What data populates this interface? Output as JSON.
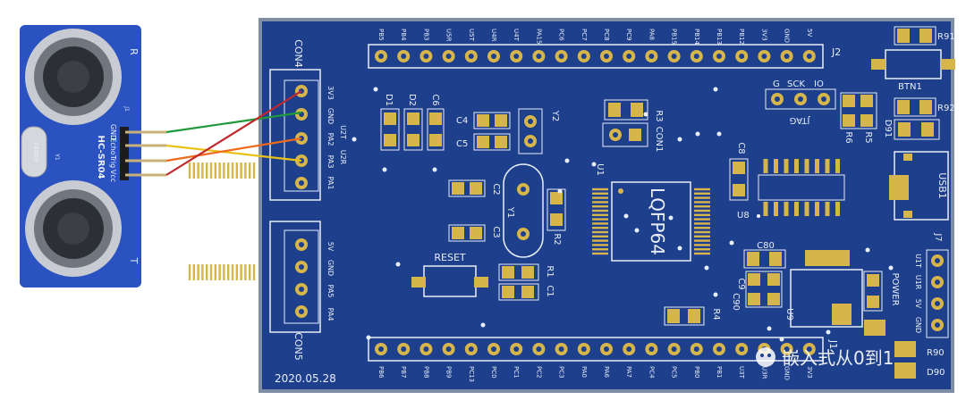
{
  "colors": {
    "board": "#1e3f8c",
    "board_edge": "#7f8ea5",
    "pad": "#d6b64a",
    "silk": "#e8eef8",
    "sensor_board": "#2a52c0",
    "wire_red": "#c0282c",
    "wire_green": "#1e9a3a",
    "wire_orange": "#f06a1c",
    "wire_yellow": "#e8c21a"
  },
  "sensor": {
    "model": "HC-SR04",
    "label_r": "R",
    "label_t": "T",
    "pins": [
      "GND",
      "Echo",
      "Trig",
      "Vcc"
    ],
    "crystal": "T4000",
    "ref_j1": "J1",
    "ref_y1": "Y1"
  },
  "board": {
    "date": "2020.05.28",
    "watermark": "嵌入式从0到1",
    "con4": {
      "name": "CON4",
      "signals": [
        "U2T",
        "U2R"
      ],
      "pins": [
        "3V3",
        "GND",
        "PA2",
        "PA3",
        "PA1"
      ]
    },
    "con5": {
      "name": "CON5",
      "pins": [
        "5V",
        "GND",
        "PA5",
        "PA4"
      ]
    },
    "j2": {
      "name": "J2",
      "pins": [
        "PB5",
        "PB4",
        "PB3",
        "U5R",
        "U5T",
        "U4R",
        "U4T",
        "PA15",
        "PC6",
        "PC7",
        "PC8",
        "PC9",
        "PA8",
        "PB15",
        "PB14",
        "PB13",
        "PB12",
        "3V3",
        "GND",
        "5V"
      ]
    },
    "j1": {
      "name": "J1",
      "pins": [
        "PB6",
        "PB7",
        "PB8",
        "PB9",
        "PC13",
        "PC0",
        "PC1",
        "PC2",
        "PC3",
        "PA0",
        "PA6",
        "PA7",
        "PC4",
        "PC5",
        "PB0",
        "PB1",
        "U3T",
        "U3R",
        "GND",
        "3V3"
      ]
    },
    "jtag": {
      "name": "JTAG",
      "pins": [
        "G",
        "SCK",
        "IO"
      ]
    },
    "j7": {
      "name": "J7",
      "pins": [
        "U1T",
        "U1R",
        "5V",
        "GND"
      ]
    },
    "components": {
      "d1": "D1",
      "d2": "D2",
      "c6": "C6",
      "c4": "C4",
      "c5": "C5",
      "y2": "Y2",
      "r3": "R3",
      "con1": "CON1",
      "u1": "U1",
      "lqfp": "LQFP64",
      "c8": "C8",
      "u8": "U8",
      "c2": "C2",
      "c3": "C3",
      "y1": "Y1",
      "r2": "R2",
      "reset": "RESET",
      "r1": "R1",
      "c1": "C1",
      "r4": "R4",
      "c80": "C80",
      "c9": "C9",
      "c90": "C90",
      "u9": "U9",
      "power": "POWER",
      "r91": "R91",
      "btn1": "BTN1",
      "r92": "R92",
      "d91": "D91",
      "r6": "R6",
      "r5": "R5",
      "usb1": "USB1",
      "r90": "R90",
      "d90": "D90"
    }
  }
}
